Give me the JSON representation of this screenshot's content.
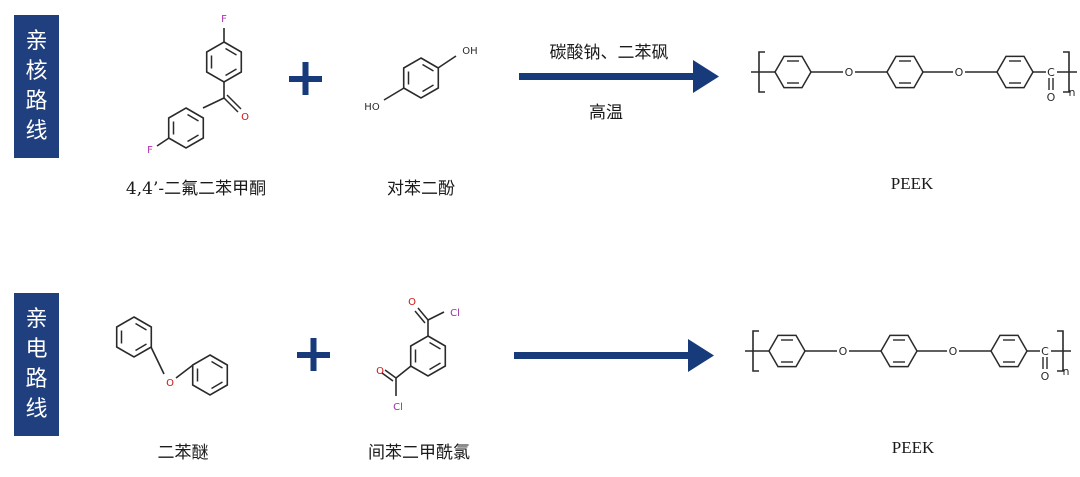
{
  "routes": [
    {
      "title_chars": [
        "亲",
        "核",
        "路",
        "线"
      ],
      "reactant1_name": "4,4’-二氟二苯甲酮",
      "reactant2_name": "对苯二酚",
      "conditions_top": "碳酸钠、二苯砜",
      "conditions_bottom": "高温",
      "product_name": "PEEK"
    },
    {
      "title_chars": [
        "亲",
        "电",
        "路",
        "线"
      ],
      "reactant1_name": "二苯醚",
      "reactant2_name": "间苯二甲酰氯",
      "conditions_top": "",
      "conditions_bottom": "",
      "product_name": "PEEK"
    }
  ],
  "atom_labels": {
    "fluorine": "F",
    "oxygen": "O",
    "hydroxyl": "OH",
    "hydroxyl_left": "HO",
    "chlorine": "Cl",
    "repeat_n": "n"
  },
  "colors": {
    "route_box": "#1f3f7f",
    "arrow": "#163a7a",
    "plus": "#163a7a",
    "fluorine": "#b02fb5",
    "oxygen": "#d01010",
    "chlorine": "#9b2fa5"
  }
}
